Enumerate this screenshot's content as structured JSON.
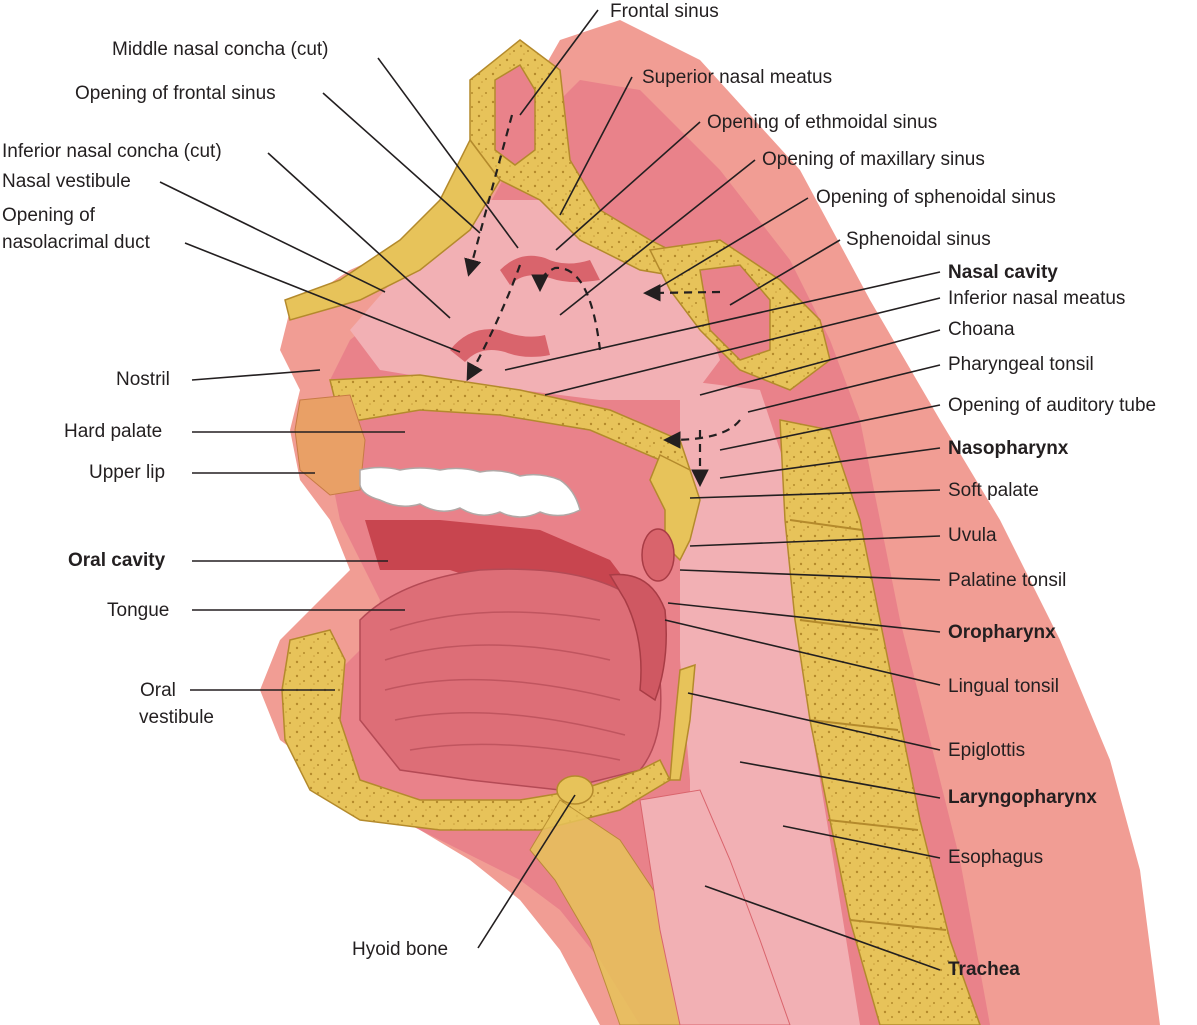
{
  "colors": {
    "skin": "#f19d94",
    "tissue": "#e9828a",
    "mucosa": "#f2b0b4",
    "deep": "#c8454f",
    "bone": "#e7c35a",
    "bone_light": "#f3dc8e",
    "leader": "#231f20"
  },
  "labels_left": {
    "middle_nasal_concha": "Middle nasal concha (cut)",
    "opening_frontal_sinus": "Opening of frontal sinus",
    "inferior_nasal_concha": "Inferior nasal concha (cut)",
    "nasal_vestibule": "Nasal vestibule",
    "opening_nasolacrimal_1": "Opening of",
    "opening_nasolacrimal_2": "nasolacrimal duct",
    "nostril": "Nostril",
    "hard_palate": "Hard palate",
    "upper_lip": "Upper lip",
    "oral_cavity": "Oral cavity",
    "tongue": "Tongue",
    "oral_vestibule_1": "Oral",
    "oral_vestibule_2": "vestibule",
    "hyoid_bone": "Hyoid bone"
  },
  "labels_right": {
    "frontal_sinus": "Frontal sinus",
    "superior_nasal_meatus": "Superior nasal meatus",
    "opening_ethmoidal": "Opening of ethmoidal sinus",
    "opening_maxillary": "Opening of maxillary sinus",
    "opening_sphenoidal": "Opening of sphenoidal sinus",
    "sphenoidal_sinus": "Sphenoidal sinus",
    "nasal_cavity": "Nasal cavity",
    "inferior_nasal_meatus": "Inferior nasal meatus",
    "choana": "Choana",
    "pharyngeal_tonsil": "Pharyngeal tonsil",
    "opening_auditory_tube": "Opening of auditory tube",
    "nasopharynx": "Nasopharynx",
    "soft_palate": "Soft palate",
    "uvula": "Uvula",
    "palatine_tonsil": "Palatine tonsil",
    "oropharynx": "Oropharynx",
    "lingual_tonsil": "Lingual tonsil",
    "epiglottis": "Epiglottis",
    "laryngopharynx": "Laryngopharynx",
    "esophagus": "Esophagus",
    "trachea": "Trachea"
  }
}
